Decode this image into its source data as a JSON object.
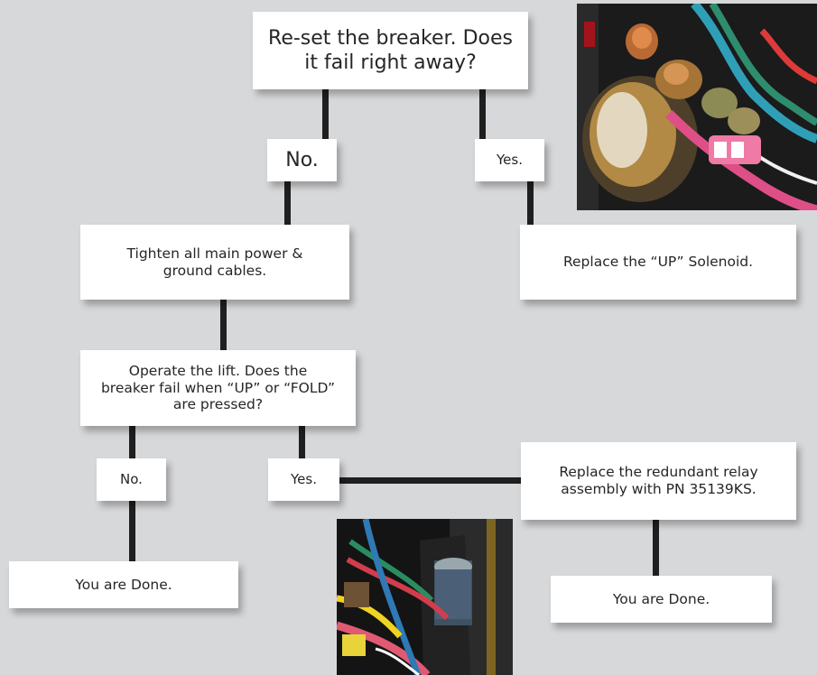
{
  "flowchart": {
    "start": "Re-set the breaker. Does it fail right away?",
    "no_1": "No.",
    "yes_1": "Yes.",
    "tighten": "Tighten all main power & ground cables.",
    "replace_up": "Replace the “UP” Solenoid.",
    "operate": "Operate the lift. Does the breaker fail when “UP” or “FOLD” are pressed?",
    "no_2": "No.",
    "yes_2": "Yes.",
    "replace_relay": "Replace the redundant relay assembly with PN 35139KS.",
    "done_left": "You are Done.",
    "done_right": "You are Done."
  },
  "colors": {
    "background": "#d7d8da",
    "box": "#ffffff",
    "connector": "#1f1f1f",
    "text": "#262626"
  }
}
